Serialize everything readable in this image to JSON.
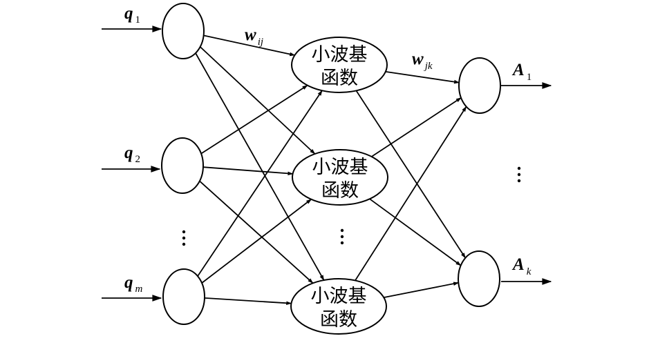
{
  "inputs": [
    {
      "symbol": "q",
      "subscript": "1"
    },
    {
      "symbol": "q",
      "subscript": "2"
    },
    {
      "symbol": "q",
      "subscript": "m"
    }
  ],
  "hidden": [
    {
      "line1": "小波基",
      "line2": "函数"
    },
    {
      "line1": "小波基",
      "line2": "函数"
    },
    {
      "line1": "小波基",
      "line2": "函数"
    }
  ],
  "outputs": [
    {
      "symbol": "A",
      "subscript": "1"
    },
    {
      "symbol": "A",
      "subscript": "k"
    }
  ],
  "weights": {
    "input_hidden": {
      "symbol": "w",
      "subscript": "ij"
    },
    "hidden_output": {
      "symbol": "w",
      "subscript": "jk"
    }
  }
}
